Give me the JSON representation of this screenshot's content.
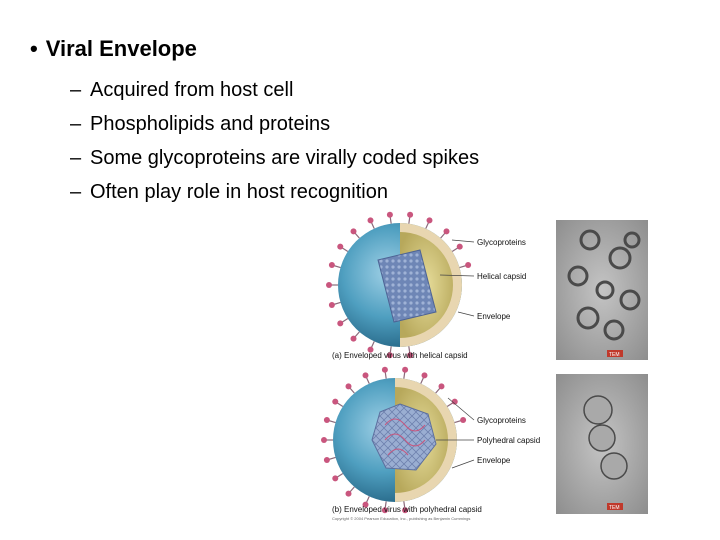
{
  "slide": {
    "title": "Viral Envelope",
    "bullets": [
      "Acquired from host cell",
      "Phospholipids and proteins",
      "Some glycoproteins are virally coded spikes",
      "Often play role in host recognition"
    ]
  },
  "figure": {
    "panel_a": {
      "labels": [
        "Glycoproteins",
        "Helical capsid",
        "Envelope"
      ],
      "caption": "(a) Enveloped virus with helical capsid",
      "micrograph_tag": "TEM"
    },
    "panel_b": {
      "labels": [
        "Glycoproteins",
        "Polyhedral capsid",
        "Envelope"
      ],
      "caption": "(b) Enveloped virus with polyhedral capsid",
      "micrograph_tag": "TEM"
    },
    "copyright": "Copyright © 2004 Pearson Education, Inc., publishing as Benjamin Cummings",
    "colors": {
      "envelope": "#4f9fc0",
      "spikes": "#c9567e",
      "helical_capsid": "#6e86b6",
      "interior": "#c7b870"
    }
  }
}
